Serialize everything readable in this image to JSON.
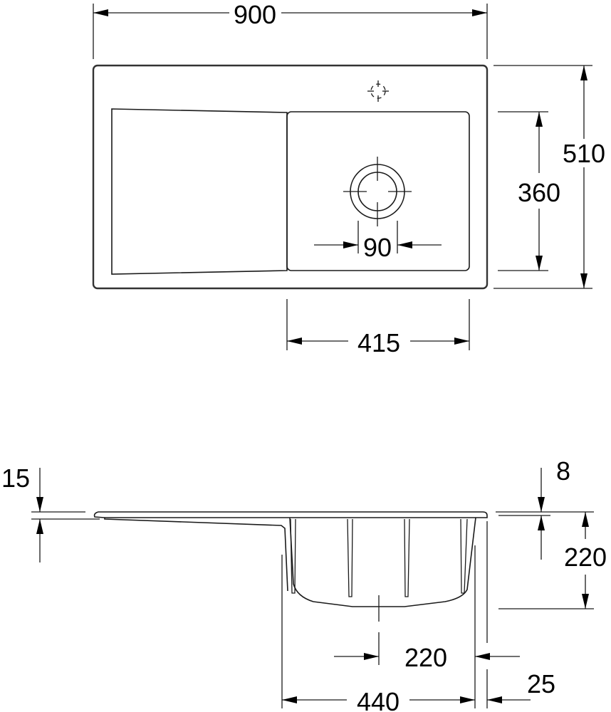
{
  "drawing": {
    "title": "Kitchen sink dimension drawing",
    "units": "mm",
    "stroke_color": "#1a1a1a",
    "background": "#ffffff"
  },
  "top_view": {
    "overall_width": "900",
    "overall_depth": "510",
    "bowl_depth": "360",
    "bowl_width": "415",
    "drain_diameter": "90",
    "tap_hole_icon": "crosshair-circle-icon",
    "drain_icon": "drain-circle-icon"
  },
  "side_view": {
    "rim_thickness_drainer": "15",
    "rim_thickness_bowl": "8",
    "bowl_height": "220",
    "drain_offset": "220",
    "bowl_outer_width": "440",
    "rim_overhang": "25"
  }
}
